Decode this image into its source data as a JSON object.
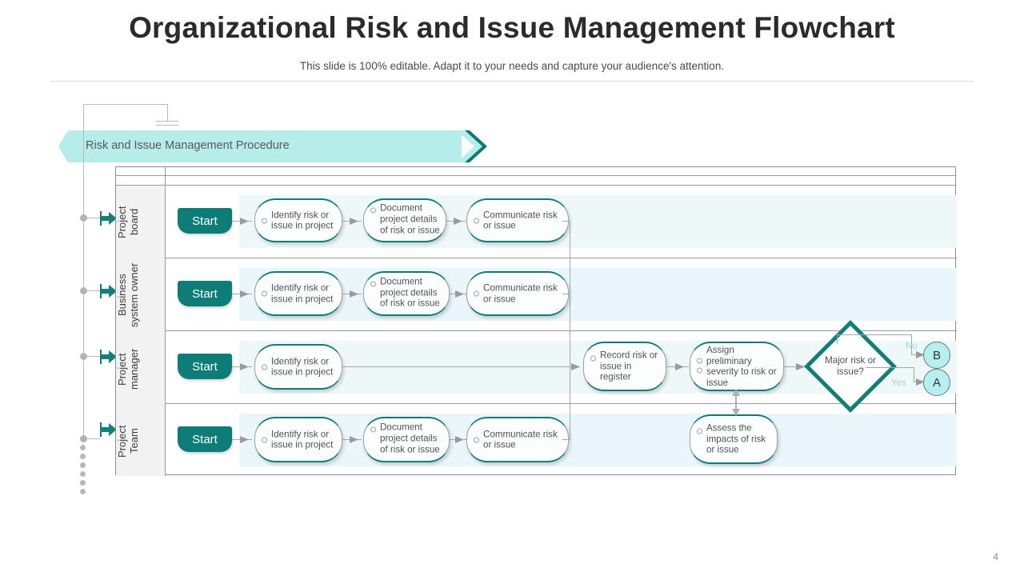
{
  "header": {
    "title": "Organizational Risk and Issue Management Flowchart",
    "subtitle": "This slide is 100% editable. Adapt it to your needs and capture your audience's attention."
  },
  "banner": {
    "label": "Risk and Issue  Management  Procedure"
  },
  "colors": {
    "teal": "#0f7d77",
    "banner_fill": "#b6ece9",
    "lane_tint_a": "#eef8f8",
    "lane_tint_b": "#eaf6fb",
    "connector_fill": "#b7eff0",
    "line": "#a6a6a6",
    "frame_border": "#8e8e8e"
  },
  "lanes": [
    {
      "id": "project-board",
      "label": "Project\nboard",
      "start_label": "Start",
      "nodes": [
        {
          "id": "identify-risk",
          "text": "Identify risk or issue in project"
        },
        {
          "id": "document-details",
          "text": "Document project details of risk or issue"
        },
        {
          "id": "communicate-risk",
          "text": "Communicate risk or issue"
        }
      ]
    },
    {
      "id": "business-system-owner",
      "label": "Business\nsystem owner",
      "start_label": "Start",
      "nodes": [
        {
          "id": "identify-risk",
          "text": "Identify risk or issue in project"
        },
        {
          "id": "document-details",
          "text": "Document project details of risk or issue"
        },
        {
          "id": "communicate-risk",
          "text": "Communicate risk or issue"
        }
      ]
    },
    {
      "id": "project-manager",
      "label": "Project\nmanager",
      "start_label": "Start",
      "nodes": [
        {
          "id": "identify-risk",
          "text": "Identify risk or issue in project"
        },
        {
          "id": "record-risk",
          "text": "Record risk or issue in register"
        },
        {
          "id": "assign-severity",
          "text": "Assign preliminary severity to risk or issue"
        }
      ],
      "decision": {
        "id": "major-risk-decision",
        "text": "Major risk or issue?",
        "branch_no_label": "No",
        "branch_yes_label": "Yes",
        "connector_no": "B",
        "connector_yes": "A"
      }
    },
    {
      "id": "project-team",
      "label": "Project\nTeam",
      "start_label": "Start",
      "nodes": [
        {
          "id": "identify-risk",
          "text": "Identify risk or issue in project"
        },
        {
          "id": "document-details",
          "text": "Document project details of risk or issue"
        },
        {
          "id": "communicate-risk",
          "text": "Communicate risk or issue"
        },
        {
          "id": "assess-impacts",
          "text": "Assess the impacts of risk or issue"
        }
      ]
    }
  ],
  "footer": {
    "page_number": "4"
  }
}
